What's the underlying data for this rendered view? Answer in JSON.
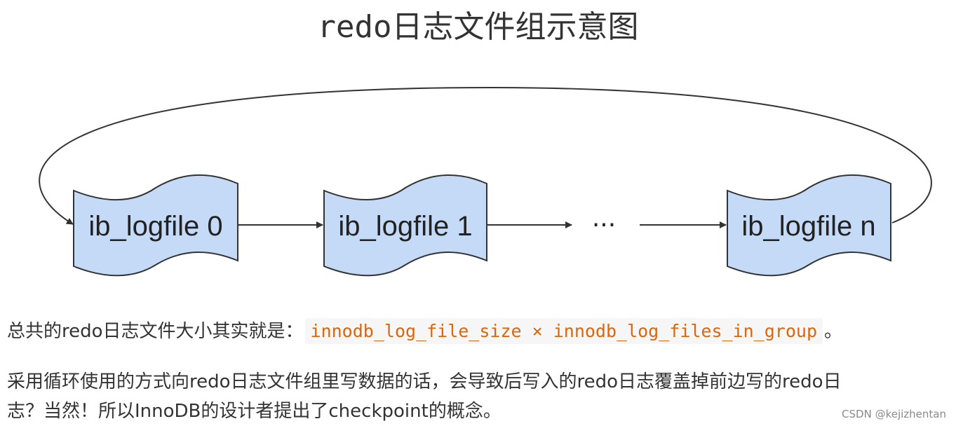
{
  "title": "redo日志文件组示意图",
  "diagram": {
    "nodes": [
      "ib_logfile 0",
      "ib_logfile 1",
      "ib_logfile n"
    ],
    "ellipsis": "···",
    "colors": {
      "fill": "#c5daf7",
      "stroke": "#333333",
      "arrow": "#333333"
    }
  },
  "paragraph1": {
    "prefix": "总共的redo日志文件大小其实就是：",
    "code": "innodb_log_file_size × innodb_log_files_in_group",
    "suffix": "。"
  },
  "paragraph2": {
    "line1": "采用循环使用的方式向redo日志文件组里写数据的话，会导致后写入的redo日志覆盖掉前边写的redo日",
    "line2": "志？当然！所以InnoDB的设计者提出了checkpoint的概念。"
  },
  "watermark": "CSDN @kejizhentan"
}
